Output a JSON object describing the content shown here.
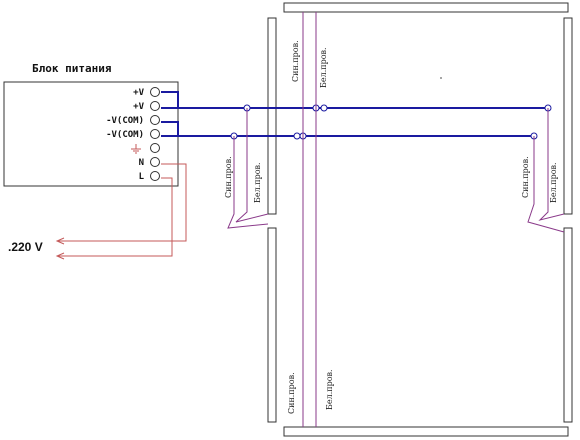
{
  "psu": {
    "title": "Блок питания",
    "terminals": [
      "+V",
      "+V",
      "-V(COM)",
      "-V(COM)",
      "",
      "N",
      "L"
    ],
    "ground_symbol": "ground-icon"
  },
  "mains": {
    "voltage_label": ".220 V"
  },
  "wire_labels": {
    "blue": "Син.пров.",
    "white": "Бел.пров."
  },
  "colors": {
    "blue_bus": "#1a1aa0",
    "purple_wire": "#8a3a8a",
    "red_wire": "#c45a5a",
    "outline": "#333333"
  }
}
